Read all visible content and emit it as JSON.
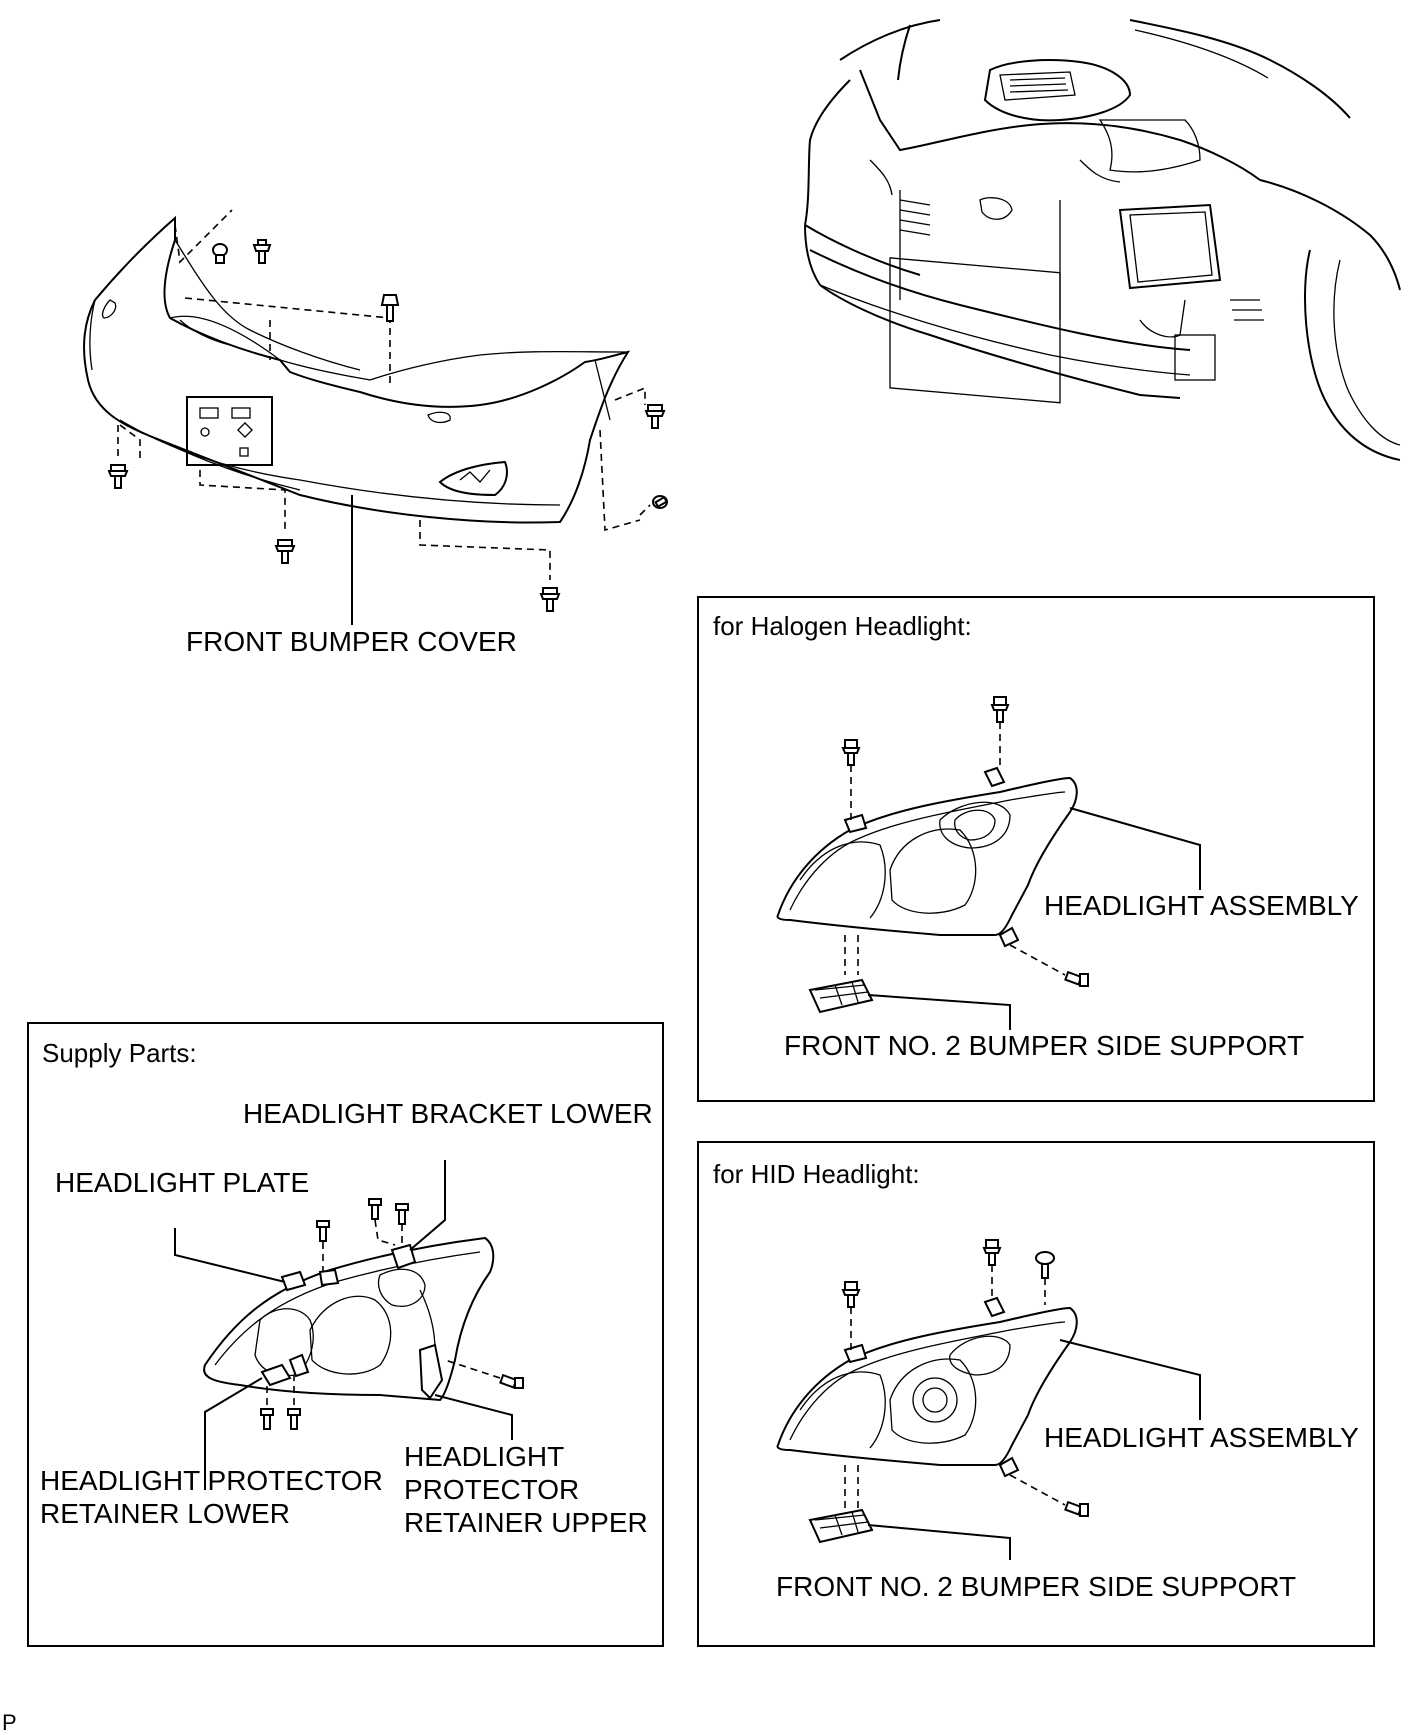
{
  "labels": {
    "front_bumper_cover": "FRONT BUMPER COVER",
    "supply_parts_title": "Supply Parts:",
    "headlight_bracket_lower": "HEADLIGHT BRACKET LOWER",
    "headlight_plate": "HEADLIGHT PLATE",
    "headlight_protector_retainer_lower": [
      "HEADLIGHT PROTECTOR",
      "RETAINER LOWER"
    ],
    "headlight_protector_retainer_upper": [
      "HEADLIGHT",
      "PROTECTOR",
      "RETAINER UPPER"
    ],
    "halogen_title": "for Halogen Headlight:",
    "halogen_headlight_assembly": "HEADLIGHT ASSEMBLY",
    "halogen_bumper_side_support": "FRONT NO. 2 BUMPER SIDE SUPPORT",
    "hid_title": "for HID Headlight:",
    "hid_headlight_assembly": "HEADLIGHT ASSEMBLY",
    "hid_bumper_side_support": "FRONT NO. 2 BUMPER SIDE SUPPORT",
    "corner_mark": "P"
  }
}
